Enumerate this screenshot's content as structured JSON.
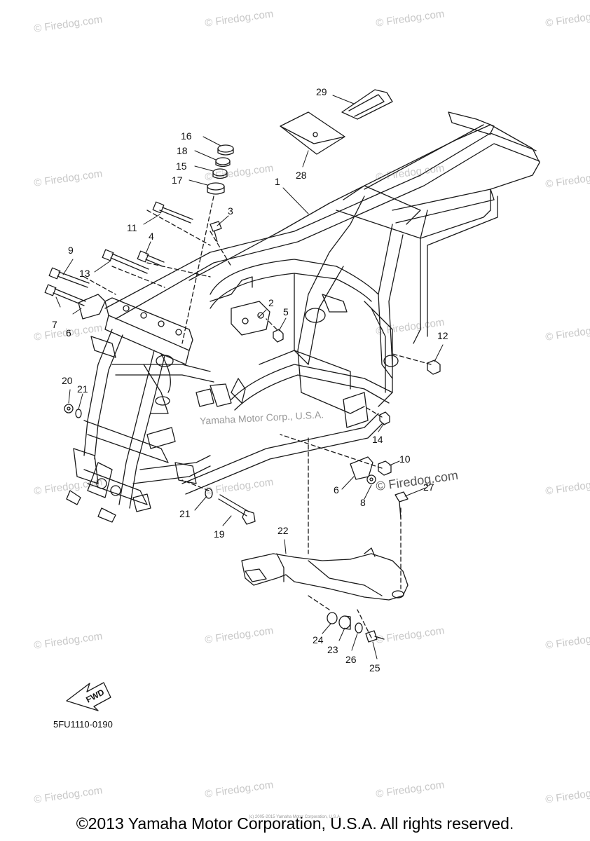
{
  "watermark_text": "© Firedog.com",
  "inline_notice": "Yamaha Motor Corp., U.S.A.",
  "tiny_notice": "(c) 2005-2015 Yamaha Motor Corporation, U.S.A.",
  "copyright": "©2013 Yamaha Motor Corporation, U.S.A. All rights reserved.",
  "diagram_code": "5FU1110-0190",
  "fwd_label": "FWD",
  "callouts": {
    "c1": "1",
    "c2": "2",
    "c3": "3",
    "c4": "4",
    "c5": "5",
    "c6a": "6",
    "c6b": "6",
    "c7": "7",
    "c8": "8",
    "c9": "9",
    "c10": "10",
    "c11": "11",
    "c12": "12",
    "c13": "13",
    "c14": "14",
    "c15": "15",
    "c16": "16",
    "c17": "17",
    "c18": "18",
    "c19": "19",
    "c20": "20",
    "c21a": "21",
    "c21b": "21",
    "c22": "22",
    "c23": "23",
    "c24": "24",
    "c25": "25",
    "c26": "26",
    "c27": "27",
    "c28": "28",
    "c29": "29"
  },
  "line_color": "#1a1a1a",
  "watermark_color": "#c8c8c8"
}
